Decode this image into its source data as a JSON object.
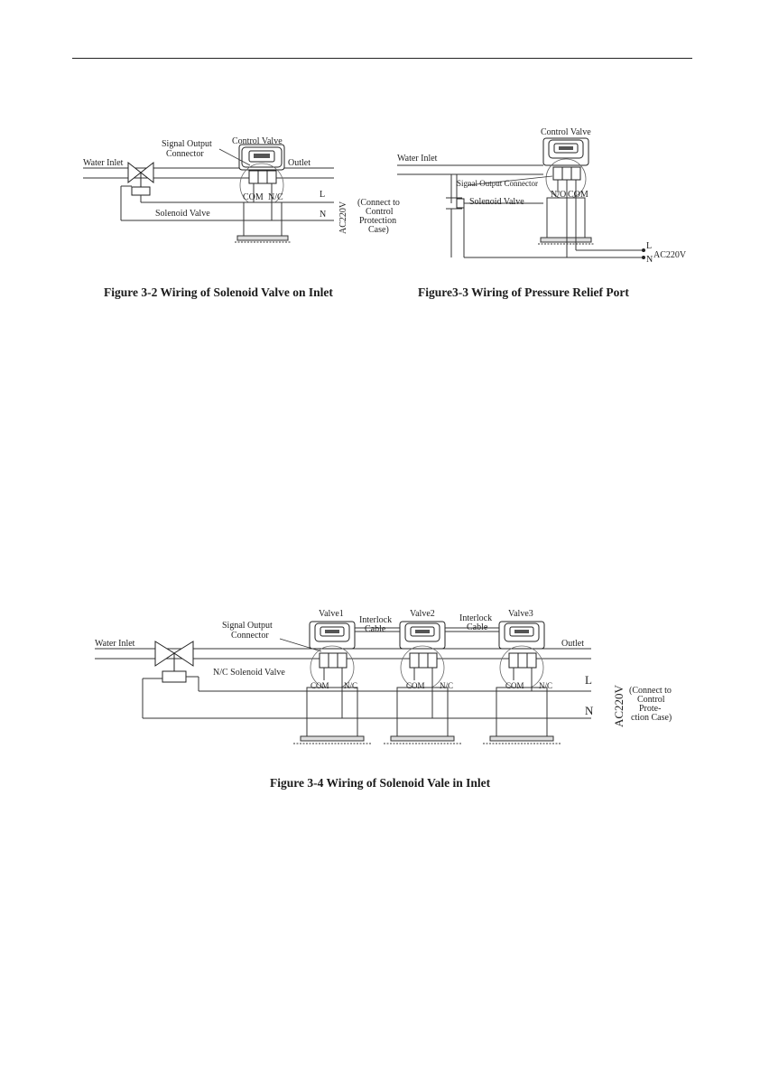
{
  "fig32": {
    "label_control_valve": "Control Valve",
    "label_signal_1": "Signal Output",
    "label_signal_2": "Connector",
    "label_water_inlet": "Water Inlet",
    "label_outlet": "Outlet",
    "label_com": "COM",
    "label_nc": "N/C",
    "label_l": "L",
    "label_n": "N",
    "label_solenoid": "Solenoid Valve",
    "label_ac": "AC220V",
    "label_connect_1": "(Connect to",
    "label_connect_2": "Control",
    "label_connect_3": "Protection",
    "label_connect_4": "Case)",
    "caption": "Figure 3-2 Wiring of Solenoid Valve on Inlet"
  },
  "fig33": {
    "label_control_valve": "Control Valve",
    "label_water_inlet": "Water Inlet",
    "label_signal": "Signal Output Connector",
    "label_no": "N/O",
    "label_com": "COM",
    "label_solenoid": "Solenoid Valve",
    "label_l": "L",
    "label_n": "N",
    "label_ac": "AC220V",
    "caption": "Figure3-3 Wiring of Pressure Relief Port"
  },
  "fig34": {
    "label_valve1": "Valve1",
    "label_valve2": "Valve2",
    "label_valve3": "Valve3",
    "label_interlock_1": "Interlock",
    "label_interlock_2": "Cable",
    "label_interlock_3": "Interlock",
    "label_interlock_4": "Cable",
    "label_signal_1": "Signal Output",
    "label_signal_2": "Connector",
    "label_water_inlet": "Water Inlet",
    "label_outlet": "Outlet",
    "label_solenoid": "N/C Solenoid Valve",
    "label_com1": "COM",
    "label_nc1": "N/C",
    "label_com2": "COM",
    "label_nc2": "N/C",
    "label_com3": "COM",
    "label_nc3": "N/C",
    "label_l": "L",
    "label_n": "N",
    "label_ac": "AC220V",
    "label_connect_1": "(Connect to",
    "label_connect_2": "Control",
    "label_connect_3": "Prote-",
    "label_connect_4": "ction Case)",
    "caption": "Figure 3-4 Wiring of Solenoid Vale in Inlet"
  }
}
